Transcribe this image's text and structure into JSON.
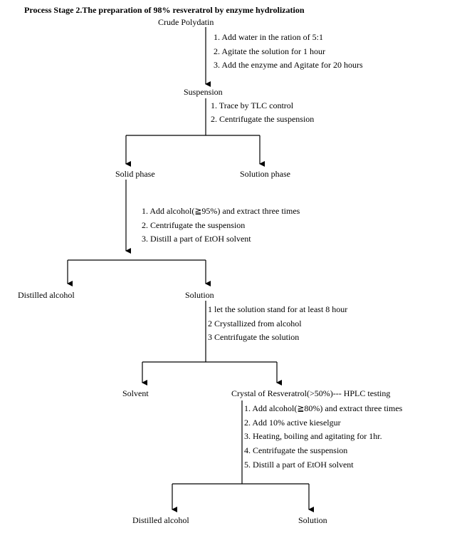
{
  "title": "Process Stage 2.The preparation of 98% resveratrol by enzyme hydrolization",
  "nodes": {
    "crude": "Crude Polydatin",
    "suspension": "Suspension",
    "solid": "Solid phase",
    "solution_phase": "Solution phase",
    "distilled1": "Distilled alcohol",
    "solution1": "Solution",
    "solvent": "Solvent",
    "crystal": "Crystal of Resveratrol(>50%)--- HPLC testing",
    "distilled2": "Distilled alcohol",
    "solution2": "Solution"
  },
  "steps": {
    "s1": [
      "1.   Add water in the ration of 5:1",
      "2.   Agitate the solution for 1 hour",
      "3.   Add the enzyme and Agitate for 20 hours"
    ],
    "s2": [
      "1. Trace by TLC control",
      "2. Centrifugate the suspension"
    ],
    "s3": [
      "1. Add alcohol(≧95%) and extract three times",
      "2. Centrifugate the suspension",
      "3. Distill a part of EtOH solvent"
    ],
    "s4": [
      "1 let the solution stand for at least 8 hour",
      "2 Crystallized from alcohol",
      "3 Centrifugate the solution"
    ],
    "s5": [
      "1. Add alcohol(≧80%) and extract three times",
      "2. Add 10% active kieselgur",
      "3. Heating, boiling and agitating for 1hr.",
      "4. Centrifugate the suspension",
      "5. Distill a part of EtOH solvent"
    ]
  }
}
